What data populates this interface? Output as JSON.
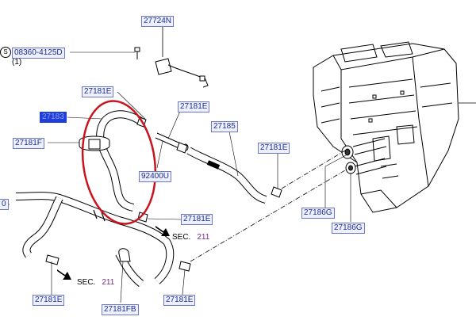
{
  "labels": {
    "p27724N": "27724N",
    "p08360": "08360-4125D",
    "qty": "(1)",
    "screw_symbol": "S",
    "p27181E_a": "27181E",
    "p27183": "27183",
    "p27181E_b": "27181E",
    "p27185": "27185",
    "p27181F": "27181F",
    "p92400U": "92400U",
    "p27181E_c": "27181E",
    "p27181E_d": "27181E",
    "p27186G_a": "27186G",
    "p27186G_b": "27186G",
    "p27181E_e": "27181E",
    "p27181FB": "27181FB",
    "p27181E_f": "27181E",
    "cut_left": "0",
    "sec_a_text": "SEC.",
    "sec_a_num": "211",
    "sec_b_text": "SEC.",
    "sec_b_num": "211"
  },
  "colors": {
    "highlight_circle": "#c8141e",
    "label_text": "#1a2f8a",
    "label_bg": "#eef0ff",
    "highlight_label_bg": "#1f3fd8",
    "sec_number": "#7a2a8a"
  }
}
